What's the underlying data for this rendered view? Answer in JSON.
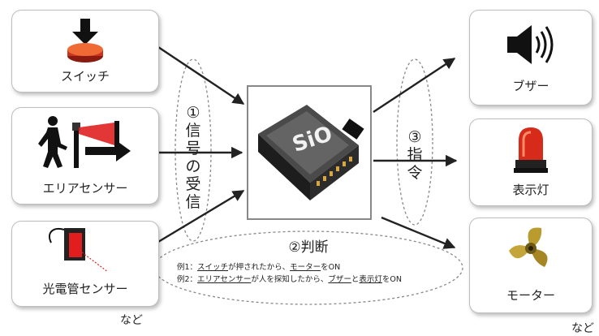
{
  "inputs": [
    {
      "label": "スイッチ",
      "icon": "push-button-icon"
    },
    {
      "label": "エリアセンサー",
      "icon": "area-sensor-icon"
    },
    {
      "label": "光電管センサー",
      "icon": "photoelectric-sensor-icon"
    }
  ],
  "outputs": [
    {
      "label": "ブザー",
      "icon": "speaker-icon"
    },
    {
      "label": "表示灯",
      "icon": "rotating-lamp-icon"
    },
    {
      "label": "モーター",
      "icon": "fan-propeller-icon"
    }
  ],
  "device": {
    "logo": "SiO",
    "icon": "controller-device-icon"
  },
  "stages": {
    "receive": {
      "num": "①",
      "chars": [
        "信",
        "号",
        "の",
        "受",
        "信"
      ]
    },
    "judge": {
      "title": "②判断"
    },
    "command": {
      "num": "③",
      "chars": [
        "指",
        "令"
      ]
    }
  },
  "examples": [
    {
      "prefix": "例1：",
      "parts": [
        [
          "スイッチ",
          true
        ],
        [
          "が押されたから、",
          false
        ],
        [
          "モーター",
          true
        ],
        [
          "をON",
          false
        ]
      ]
    },
    {
      "prefix": "例2：",
      "parts": [
        [
          "エリアセンサー",
          true
        ],
        [
          "が人を探知したから、",
          false
        ],
        [
          "ブザー",
          true
        ],
        [
          "と",
          false
        ],
        [
          "表示灯",
          true
        ],
        [
          "をON",
          false
        ]
      ]
    }
  ],
  "etc_left": "など",
  "etc_right": "など",
  "colors": {
    "accent_red": "#d62a1a",
    "box_border": "#bdbdbd",
    "arrow": "#222222"
  }
}
